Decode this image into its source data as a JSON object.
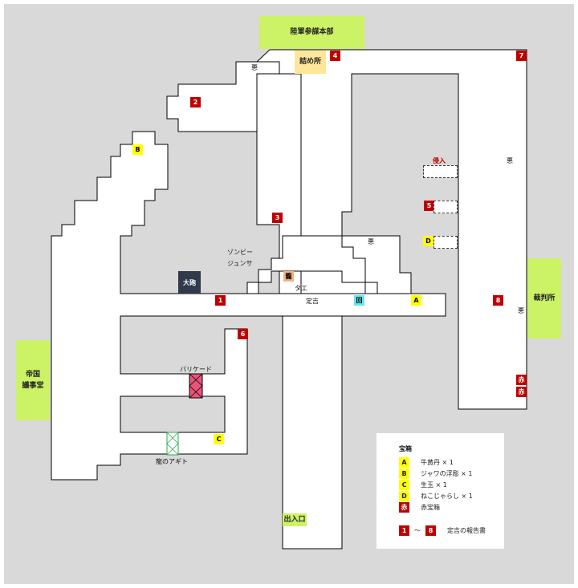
{
  "colors": {
    "background": "#d9d9d9",
    "floor": "#ffffff",
    "zone": "#ccf266",
    "report": "#c00000",
    "chest": "#ffff00",
    "cannon": "#2f3a4a",
    "kago": "#f4b183",
    "kaifuku": "#66e6ee",
    "barricade": "#e8557a",
    "agito": "#2aa84a"
  },
  "zones": {
    "hq": "陸軍参謀本部",
    "court": "裁判所",
    "diet": "帝国\n議事堂",
    "entrance": "出入口",
    "guardpost": "詰め所"
  },
  "reports": [
    "1",
    "2",
    "3",
    "4",
    "5",
    "6",
    "7",
    "8"
  ],
  "chests": {
    "a": "A",
    "b": "B",
    "c": "C",
    "d": "D"
  },
  "red_chest": "赤",
  "labels": {
    "aku": "悪",
    "shinnyu": "侵入",
    "zombie_line1": "ゾンビー",
    "zombie_line2": "ジュンサ",
    "taihou": "大砲",
    "kago": "籠",
    "tae": "タエ",
    "sadakichi": "定吉",
    "kaifuku": "回",
    "barricade": "バリケード",
    "agito": "龍のアギト"
  },
  "legend": {
    "title": "宝箱",
    "items": [
      {
        "key": "A",
        "text": "牛黄丹 × 1"
      },
      {
        "key": "B",
        "text": "ジャワの浮彫 × 1"
      },
      {
        "key": "C",
        "text": "生玉 × 1"
      },
      {
        "key": "D",
        "text": "ねこじゃらし × 1"
      },
      {
        "key": "赤",
        "text": "赤宝箱"
      }
    ],
    "range_from": "1",
    "tilde": "～",
    "range_to": "8",
    "range_text": "定吉の報告書"
  }
}
